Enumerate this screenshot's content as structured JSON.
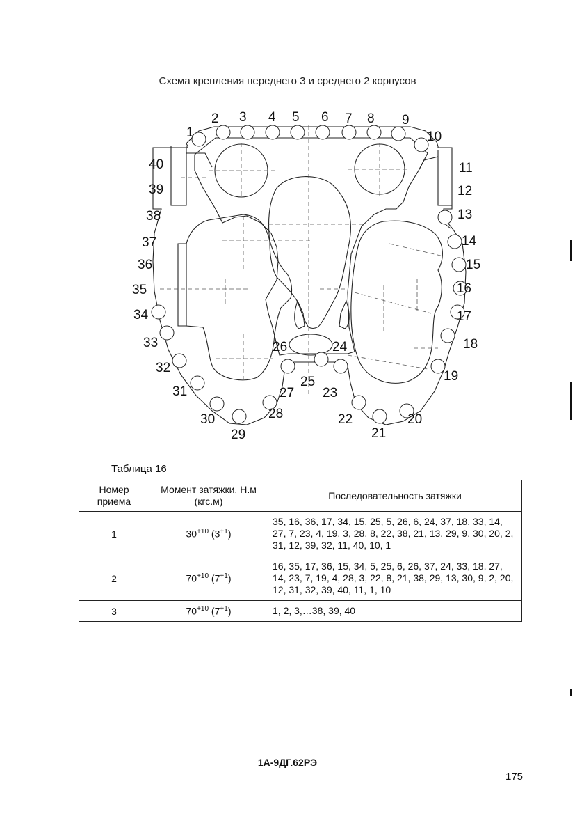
{
  "doc_title": "Схема крепления переднего 3 и среднего 2 корпусов",
  "diagram": {
    "labels": [
      "1",
      "2",
      "3",
      "4",
      "5",
      "6",
      "7",
      "8",
      "9",
      "10",
      "11",
      "12",
      "13",
      "14",
      "15",
      "16",
      "17",
      "18",
      "19",
      "20",
      "21",
      "22",
      "23",
      "24",
      "25",
      "26",
      "27",
      "28",
      "29",
      "30",
      "31",
      "32",
      "33",
      "34",
      "35",
      "36",
      "37",
      "38",
      "39",
      "40"
    ]
  },
  "table_caption": "Таблица 16",
  "table": {
    "headers": [
      "Номер приема",
      "Момент затяжки, Н.м (кгс.м)",
      "Последовательность затяжки"
    ],
    "rows": [
      {
        "num": "1",
        "moment": "30",
        "moment_tol": "+10",
        "kgs": "3",
        "kgs_tol": "+1",
        "sequence": "35, 16, 36, 17, 34, 15, 25, 5, 26, 6, 24, 37, 18, 33, 14, 27, 7, 23, 4, 19, 3, 28, 8, 22, 38, 21, 13, 29, 9, 30, 20, 2, 31, 12, 39, 32, 11, 40, 10, 1"
      },
      {
        "num": "2",
        "moment": "70",
        "moment_tol": "+10",
        "kgs": "7",
        "kgs_tol": "+1",
        "sequence": "16, 35, 17, 36, 15, 34, 5, 25, 6, 26, 37, 24, 33, 18, 27, 14, 23, 7, 19, 4, 28, 3, 22, 8, 21, 38, 29, 13, 30, 9, 2, 20, 12, 31, 32, 39, 40, 11, 1, 10"
      },
      {
        "num": "3",
        "moment": "70",
        "moment_tol": "+10",
        "kgs": "7",
        "kgs_tol": "+1",
        "sequence": "1, 2, 3,…38, 39, 40"
      }
    ]
  },
  "footer": "1А-9ДГ.62РЭ",
  "page_number": "175"
}
